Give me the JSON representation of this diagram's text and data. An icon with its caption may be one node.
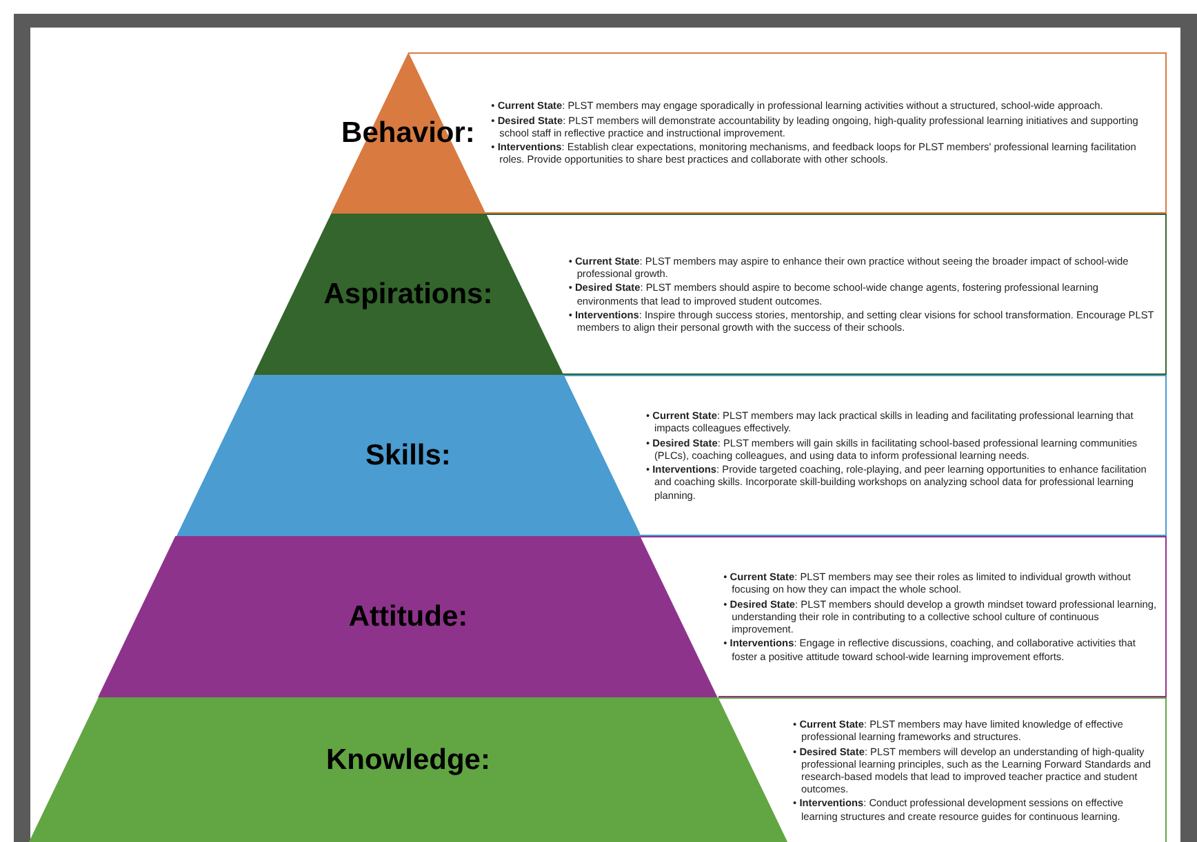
{
  "diagram": {
    "nodes": [
      {
        "text": [
          "Behavior:"
        ]
      },
      {
        "text": [
          "• **Current State**: PLST members may engage sporadically in professional learning activities without a structured, school-wide approach.",
          "• **Desired State**: PLST members will demonstrate accountability by leading ongoing, high-quality professional learning initiatives and supporting school staff in reflective practice and instructional improvement.",
          "• **Interventions**: Establish clear expectations, monitoring mechanisms, and feedback loops for PLST members' professional learning facilitation roles. Provide opportunities to share best practices and collaborate with other schools."
        ]
      },
      {
        "text": [
          "Aspirations:"
        ]
      },
      {
        "text": [
          "• **Current State**: PLST members may aspire to enhance their own practice without seeing the broader impact of school-wide professional growth.",
          "• **Desired State**: PLST members should aspire to become school-wide change agents, fostering professional learning environments that lead to improved student outcomes.",
          "• **Interventions**: Inspire through success stories, mentorship, and setting clear visions for school transformation. Encourage PLST members to align their personal growth with the success of their schools."
        ]
      },
      {
        "text": [
          "Skills:"
        ]
      },
      {
        "text": [
          "• **Current State**: PLST members may lack practical skills in leading and facilitating professional learning that impacts colleagues effectively.",
          "• **Desired State**: PLST members will gain skills in facilitating school-based professional learning communities (PLCs), coaching colleagues, and using data to inform professional learning needs.",
          "• **Interventions**: Provide targeted coaching, role-playing, and peer learning opportunities to enhance facilitation and coaching skills. Incorporate skill-building workshops on analyzing school data for professional learning planning."
        ]
      },
      {
        "text": [
          "Attitude:"
        ]
      },
      {
        "text": [
          "• **Current State**: PLST members may see their roles as limited to individual growth without focusing on how they can impact the whole school.",
          "• **Desired State**: PLST members should develop a growth mindset toward professional learning, understanding their role in contributing to a collective school culture of continuous improvement.",
          "• **Interventions**: Engage in reflective discussions, coaching, and collaborative activities that foster a positive attitude toward school-wide learning improvement efforts."
        ]
      },
      {
        "text": [
          "Knowledge:"
        ]
      },
      {
        "text": [
          "• **Current State**: PLST members may have limited knowledge of effective professional learning frameworks and structures.",
          "• **Desired State**: PLST members will develop an understanding of high-quality professional learning principles, such as the Learning Forward Standards and research-based models that lead to improved teacher practice and student outcomes.",
          "• **Interventions**: Conduct professional development sessions on effective learning structures and create resource guides for continuous learning."
        ]
      }
    ]
  }
}
